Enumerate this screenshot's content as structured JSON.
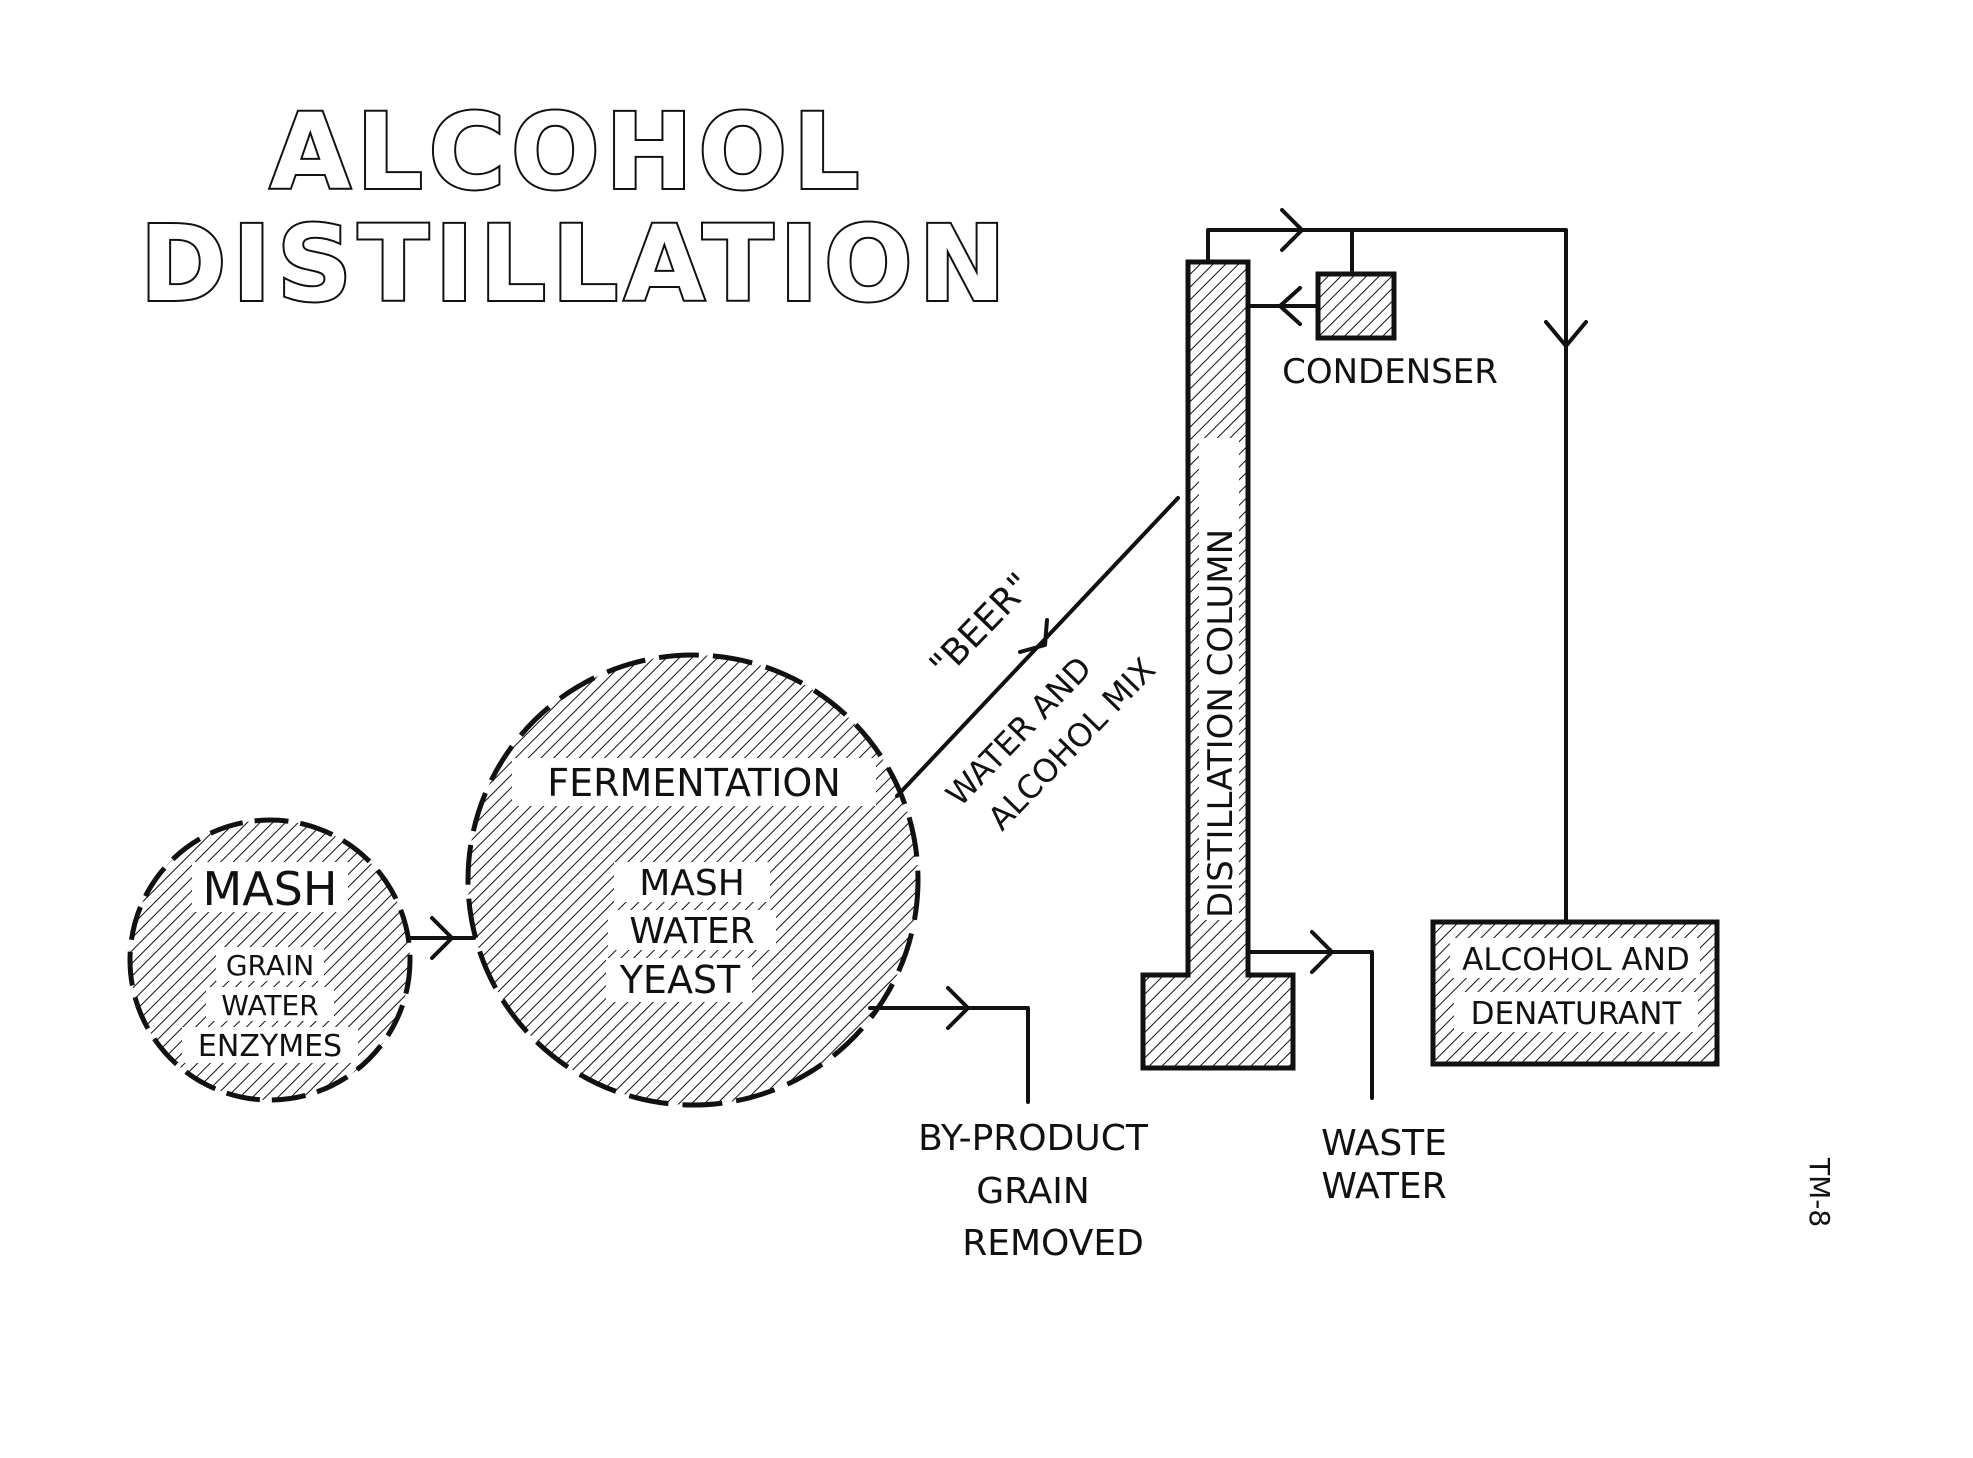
{
  "title": {
    "line1": "ALCOHOL",
    "line2": "DISTILLATION"
  },
  "nodes": {
    "mash": {
      "heading": "MASH",
      "items": [
        "GRAIN",
        "WATER",
        "ENZYMES"
      ]
    },
    "fermentation": {
      "heading": "FERMENTATION",
      "items": [
        "MASH",
        "WATER",
        "YEAST"
      ]
    },
    "distillation_column": {
      "label": "DISTILLATION COLUMN"
    },
    "condenser": {
      "label": "CONDENSER"
    },
    "output_tank": {
      "line1": "ALCOHOL AND",
      "line2": "DENATURANT"
    }
  },
  "flows": {
    "beer": {
      "label": "\"BEER\"",
      "line1": "WATER AND",
      "line2": "ALCOHOL MIX"
    },
    "byproduct": {
      "line1": "BY-PRODUCT",
      "line2": "GRAIN",
      "line3": "REMOVED"
    },
    "waste": {
      "line1": "WASTE",
      "line2": "WATER"
    }
  },
  "page_code": "TM-8",
  "colors": {
    "ink": "#111111",
    "paper": "#ffffff"
  }
}
